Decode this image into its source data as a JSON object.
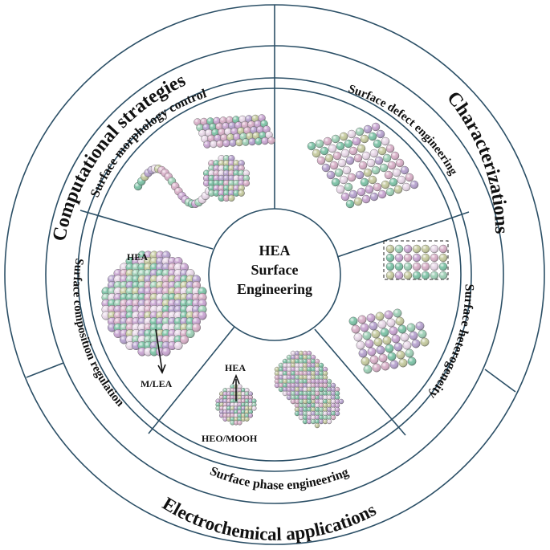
{
  "center": {
    "line1": "HEA",
    "line2": "Surface",
    "line3": "Engineering"
  },
  "outer_ring": {
    "computational": "Computational strategies",
    "characterizations": "Characterizations",
    "electrochemical": "Electrochemical applications"
  },
  "sectors": {
    "morphology": "Surface morphology control",
    "defect": "Surface defect engineering",
    "heterogeneity": "Surface heterogeneity",
    "phase": "Surface phase engineering",
    "composition": "Surface composition regulation"
  },
  "labels": {
    "hea_left": "HEA",
    "mlea": "M/LEA",
    "hea_core": "HEA",
    "heo": "HEO/MOOH"
  },
  "palette": [
    "#7fc4a8",
    "#c9a6d2",
    "#c6cba0",
    "#d8b0c8",
    "#b7a3cf",
    "#9fd0b7",
    "#e8d8e8"
  ]
}
